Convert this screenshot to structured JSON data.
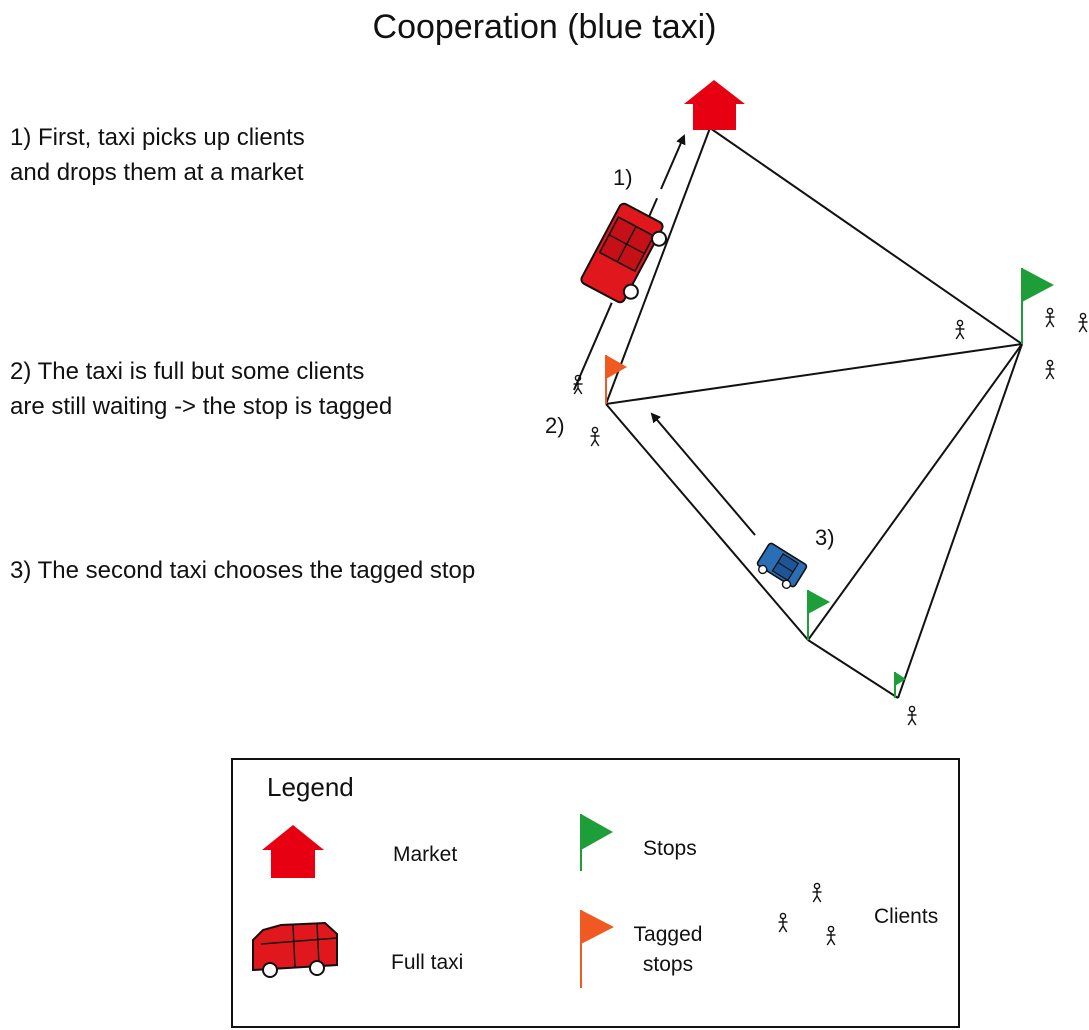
{
  "title": "Cooperation (blue taxi)",
  "steps": [
    {
      "lines": [
        "1) First, taxi picks up clients",
        "and drops them at a market"
      ]
    },
    {
      "lines": [
        "2) The taxi is full but some clients",
        "are still waiting -> the stop is tagged"
      ]
    },
    {
      "lines": [
        "3) The second taxi chooses the tagged stop"
      ]
    }
  ],
  "diagram_labels": {
    "step1": "1)",
    "step2": "2)",
    "step3": "3)"
  },
  "legend": {
    "title": "Legend",
    "market": "Market",
    "full_taxi": "Full taxi",
    "stops": "Stops",
    "tagged_stops_line1": "Tagged",
    "tagged_stops_line2": "stops",
    "clients": "Clients"
  },
  "colors": {
    "market": "#e60012",
    "full_taxi": "#e0181e",
    "cooperating_taxi": "#2a6fb6",
    "stop_flag": "#1e9e38",
    "tagged_flag": "#f05a22"
  }
}
